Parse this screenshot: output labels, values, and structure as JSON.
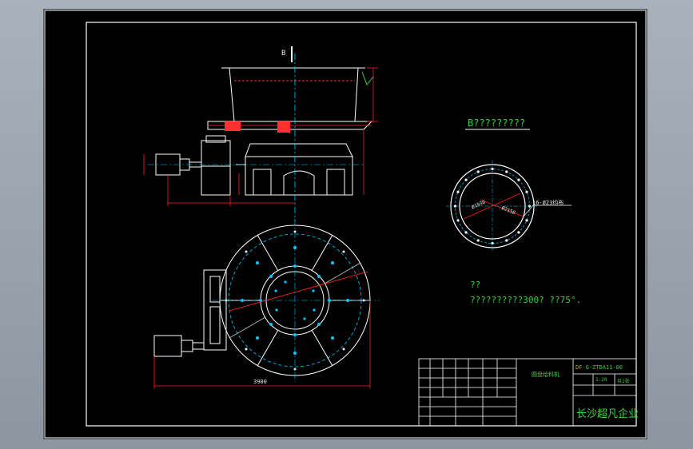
{
  "view_marker": "B",
  "section_title": "B?????????",
  "hole_note": "16-Ø23均布",
  "ring_dim_inner": "Ø1930",
  "ring_dim_outer": "Ø2150",
  "plan_dim_width": "3900",
  "notes": {
    "heading": "??",
    "line1": "??????????300? ??75°."
  },
  "title_block": {
    "drawing_number": "DF-G-ZTDA11-00",
    "part_name": "圆盘给料机",
    "company": "长沙超凡企业",
    "scale": "1:20",
    "sheet": "共1张"
  },
  "colors": {
    "outline": "#ffffff",
    "center_line": "#00c8ff",
    "dimension": "#ff2020",
    "text": "#36d23b",
    "hatch": "#ff3030"
  }
}
